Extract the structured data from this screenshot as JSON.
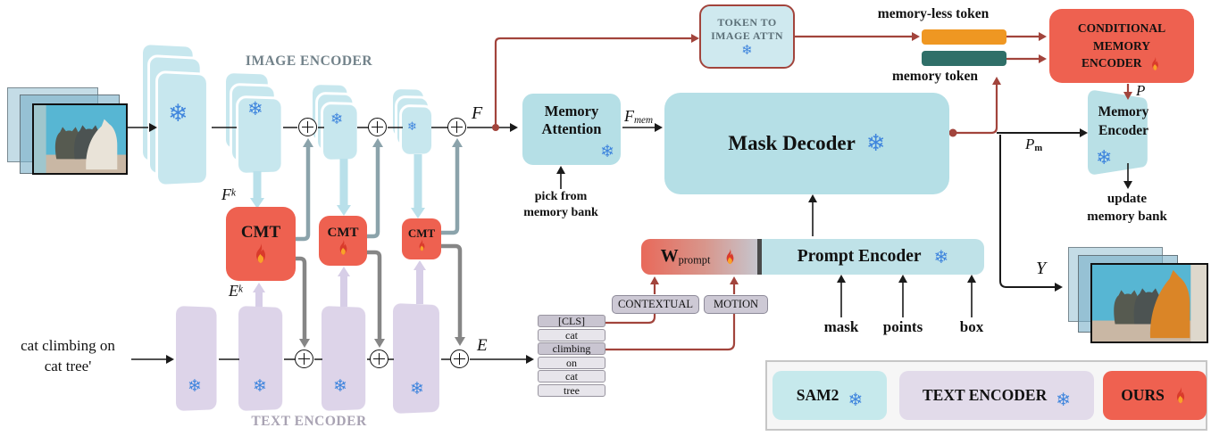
{
  "figure": "video object segmentation architecture",
  "colors": {
    "sam2_blue": "#b5dfe6",
    "sheet_blue": "#c7e7ee",
    "text_purple": "#ddd4e9",
    "ours_red": "#ee6150",
    "memoryless_orange": "#ef9722",
    "memory_teal": "#2f6f68",
    "connector_red": "#a2443c",
    "snowflake_blue": "#3f85dd",
    "gray_wire_up": "#8ba3ab",
    "gray_wire_down": "#868686"
  },
  "icons": {
    "snowflake": "❄",
    "flame": "flame-svg",
    "plus_circle": "circle-plus-css"
  },
  "labels": {
    "image_encoder_title": "IMAGE ENCODER",
    "text_encoder_title": "TEXT ENCODER",
    "input_text": [
      "cat climbing on",
      "cat tree'"
    ],
    "cmt": "CMT",
    "memory_attention": [
      "Memory",
      "Attention"
    ],
    "pick_from": [
      "pick from",
      "memory bank"
    ],
    "mask_decoder": "Mask Decoder",
    "token_to_image_attn": [
      "TOKEN TO",
      "IMAGE ATTN"
    ],
    "memoryless_token": "memory-less token",
    "memory_token": "memory token",
    "conditional_memory_encoder": [
      "CONDITIONAL",
      "MEMORY",
      "ENCODER"
    ],
    "memory_encoder": [
      "Memory",
      "Encoder"
    ],
    "update_memory_bank": [
      "update",
      "memory bank"
    ],
    "prompt_encoder": "Prompt Encoder",
    "prompt_inputs": [
      "mask",
      "points",
      "box"
    ],
    "contextual": "CONTEXTUAL",
    "motion": "MOTION",
    "tokens": [
      "[CLS]",
      "cat",
      "climbing",
      "on",
      "cat",
      "tree"
    ],
    "legend": [
      {
        "label": "SAM2",
        "state": "frozen"
      },
      {
        "label": "TEXT ENCODER",
        "state": "frozen"
      },
      {
        "label": "OURS",
        "state": "trained"
      }
    ]
  },
  "math": {
    "F": {
      "base": "F"
    },
    "Fk": {
      "base": "F",
      "sup": "k"
    },
    "E": {
      "base": "E"
    },
    "Ek": {
      "base": "E",
      "sup": "k"
    },
    "Fmem": {
      "base": "F",
      "sub": "mem"
    },
    "P": {
      "base": "P"
    },
    "Pm": {
      "base": "P",
      "sub": "m"
    },
    "Y": {
      "base": "Y"
    },
    "Wprompt": {
      "base": "W",
      "sub": "prompt"
    }
  }
}
